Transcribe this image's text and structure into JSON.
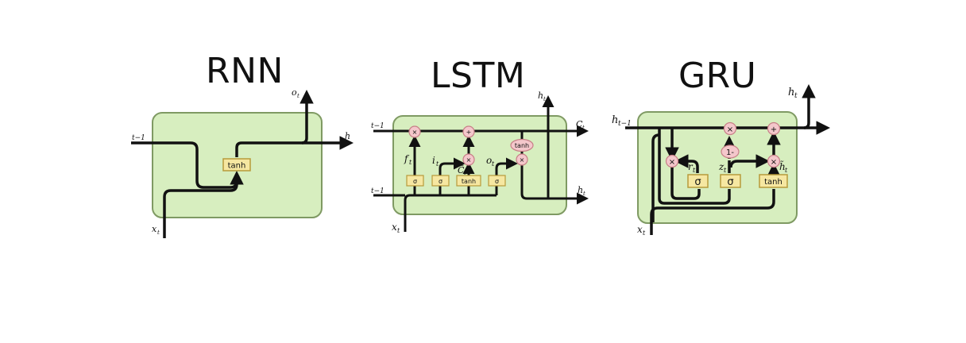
{
  "titles": {
    "rnn": "RNN",
    "lstm": "LSTM",
    "gru": "GRU"
  },
  "rnn": {
    "gate": "tanh",
    "labels": {
      "h_prev": "t−1",
      "x": "x",
      "x_sub": "t",
      "o": "o",
      "o_sub": "t",
      "h_out": "h"
    }
  },
  "lstm": {
    "gates": [
      "σ",
      "σ",
      "tanh",
      "σ"
    ],
    "ops": {
      "mult1": "×",
      "add": "+",
      "mult2": "×",
      "tanh": "tanh",
      "mult3": "×"
    },
    "labels": {
      "c_prev": "t−1",
      "h_prev": "t−1",
      "c_out": "C",
      "c_out_sub": "t",
      "h_top": "h",
      "h_top_sub": "t",
      "h_right": "h",
      "h_right_sub": "t",
      "x": "x",
      "x_sub": "t",
      "f": "f",
      "f_sub": "t",
      "i": "i",
      "i_sub": "t",
      "c_tilde": "C̃",
      "c_tilde_sub": "t",
      "o": "o",
      "o_sub": "t"
    }
  },
  "gru": {
    "gates": [
      "σ",
      "σ",
      "tanh"
    ],
    "ops": {
      "reset_mult": "×",
      "update_mult": "×",
      "one_minus": "1-",
      "cand_mult": "×",
      "add": "+"
    },
    "labels": {
      "h_prev": "h",
      "h_prev_sub": "t−1",
      "h_out": "h",
      "h_out_sub": "t",
      "x": "x",
      "x_sub": "t",
      "r": "r",
      "r_sub": "t",
      "z": "z",
      "z_sub": "t",
      "h_tilde": "h̃",
      "h_tilde_sub": "t"
    }
  },
  "colors": {
    "cell_fill": "#d7eebf",
    "cell_stroke": "#7f9a63",
    "gate_fill": "#f6e7a1",
    "gate_stroke": "#b79a3b",
    "op_fill": "#f4c7cb",
    "op_stroke": "#c77f87",
    "line": "#111111"
  }
}
